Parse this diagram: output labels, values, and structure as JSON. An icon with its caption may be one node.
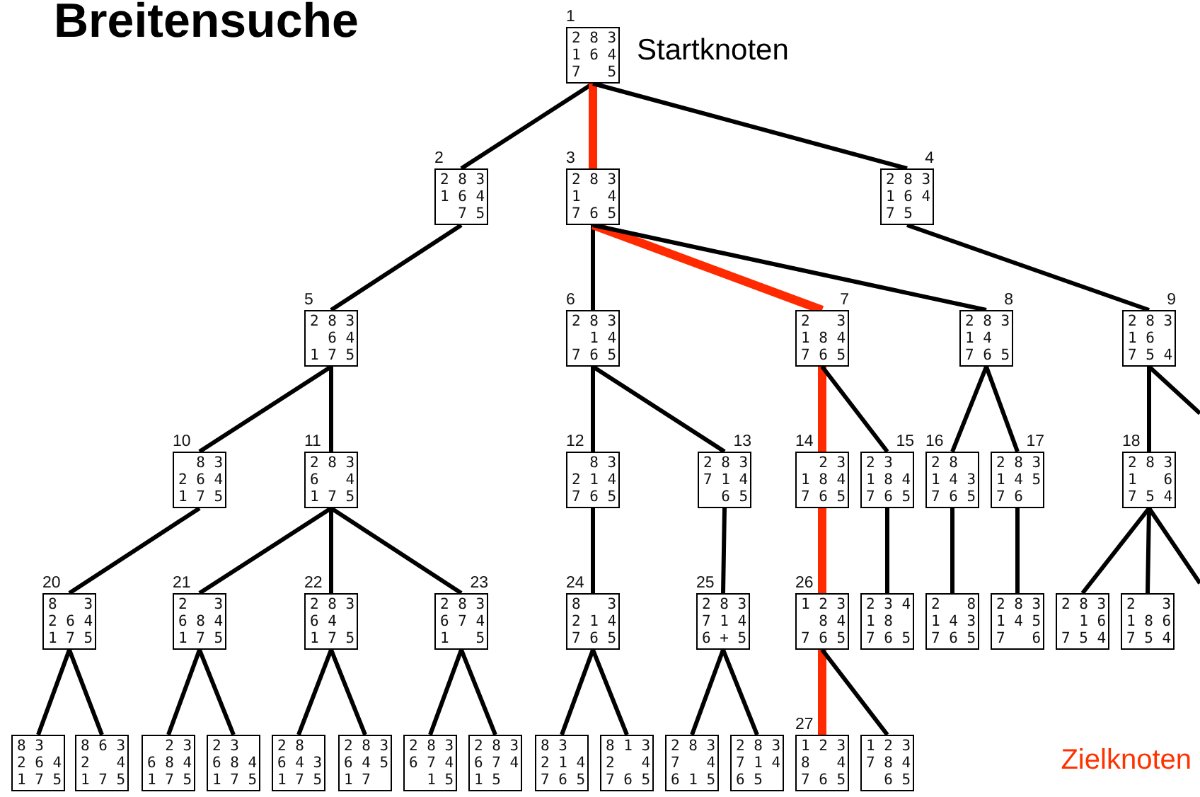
{
  "diagram": {
    "title": "Breitensuche",
    "nodes": [
      {
        "text": [
          "1",
          "2 8 3",
          "1 6 4",
          "7   5"
        ],
        "beside": [
          "Startknoten"
        ]
      },
      {
        "text": [
          "2",
          "2 8 3",
          "1 6 4",
          "  7 5"
        ]
      },
      {
        "text": [
          "3",
          "2 8 3",
          "1   4",
          "7 6 5"
        ]
      },
      {
        "text": [
          "4",
          "2 8 3",
          "1 6 4",
          "7 5"
        ]
      },
      {
        "text": [
          "5",
          "2 8 3",
          "  6 4",
          "1 7 5"
        ]
      },
      {
        "text": [
          "6",
          "2 8 3",
          "  1 4",
          "7 6 5"
        ]
      },
      {
        "text": [
          "7",
          "2   3",
          "1 8 4",
          "7 6 5"
        ]
      },
      {
        "text": [
          "8",
          "2 8 3",
          "1 4",
          "7 6 5"
        ]
      },
      {
        "text": [
          "9",
          "2 8 3",
          "1 6",
          "7 5 4"
        ]
      },
      {
        "text": [
          "10",
          "  8 3",
          "2 6 4",
          "1 7 5"
        ]
      },
      {
        "text": [
          "11",
          "2 8 3",
          "6   4",
          "1 7 5"
        ]
      },
      {
        "text": [
          "12",
          "  8 3",
          "2 1 4",
          "7 6 5"
        ]
      },
      {
        "text": [
          "13",
          "2 8 3",
          "7 1 4",
          "  6 5"
        ]
      },
      {
        "text": [
          "14",
          "  2 3",
          "1 8 4",
          "7 6 5"
        ]
      },
      {
        "text": [
          "15",
          "2 3",
          "1 8 4",
          "7 6 5"
        ]
      },
      {
        "text": [
          "16",
          "2 8",
          "1 4 3",
          "7 6 5"
        ]
      },
      {
        "text": [
          "17",
          "2 8 3",
          "1 4 5",
          "7 6"
        ]
      },
      {
        "text": [
          "18",
          "2 8 3",
          "1   6",
          "7 5 4"
        ]
      },
      {
        "text": [
          "20",
          "8   3",
          "2 6 4",
          "1 7 5"
        ]
      },
      {
        "text": [
          "21",
          "2   3",
          "6 8 4",
          "1 7 5"
        ]
      },
      {
        "text": [
          "22",
          "2 8 3",
          "6 4",
          "1 7 5"
        ]
      },
      {
        "text": [
          "23",
          "2 8 3",
          "6 7 4",
          "1   5"
        ]
      },
      {
        "text": [
          "24",
          "8   3",
          "2 1 4",
          "7 6 5"
        ]
      },
      {
        "text": [
          "25",
          "2 8 3",
          "7 1 4",
          "6 + 5"
        ]
      },
      {
        "text": [
          "26",
          "1 2 3",
          "  8 4",
          "7 6 5"
        ]
      },
      {
        "text": [
          "2 3 4",
          "1 8",
          "7 6 5"
        ]
      },
      {
        "text": [
          "2   8",
          "1 4 3",
          "7 6 5"
        ]
      },
      {
        "text": [
          "2 8 3",
          "1 4 5",
          "7   6"
        ]
      },
      {
        "text": [
          "2 8 3",
          "  1 6",
          "7 5 4"
        ]
      },
      {
        "text": [
          "2   3",
          "1 8 6",
          "7 5 4"
        ]
      },
      {
        "text": [
          "8 3",
          "2 6 4",
          "1 7 5"
        ]
      },
      {
        "text": [
          "8 6 3",
          "2   4",
          "1 7 5"
        ]
      },
      {
        "text": [
          "  2 3",
          "6 8 4",
          "1 7 5"
        ]
      },
      {
        "text": [
          "2 3",
          "6 8 4",
          "1 7 5"
        ]
      },
      {
        "text": [
          "2 8",
          "6 4 3",
          "1 7 5"
        ]
      },
      {
        "text": [
          "2 8 3",
          "6 4 5",
          "1 7"
        ]
      },
      {
        "text": [
          "2 8 3",
          "6 7 4",
          "  1 5"
        ]
      },
      {
        "text": [
          "2 8 3",
          "6 7 4",
          "1 5"
        ]
      },
      {
        "text": [
          "8 3",
          "2 1 4",
          "7 6 5"
        ]
      },
      {
        "text": [
          "8 1 3",
          "2   4",
          "7 6 5"
        ]
      },
      {
        "text": [
          "2 8 3",
          "7   4",
          "6 1 5"
        ]
      },
      {
        "text": [
          "2 8 3",
          "7 1 4",
          "6 5"
        ]
      },
      {
        "text": [
          "27",
          "1 2 3",
          "8   4",
          "7 6 5"
        ]
      },
      {
        "text": [
          "1 2 3",
          "7 8 4",
          "  6 5"
        ]
      }
    ],
    "edges": [
      {
        "from": 0,
        "to": 1,
        "arrow": "none"
      },
      {
        "from": 0,
        "to": 2,
        "arrow": "none",
        "style": "thick",
        "color": "#ff2a00"
      },
      {
        "from": 0,
        "to": 3,
        "arrow": "none"
      },
      {
        "from": 1,
        "to": 4,
        "arrow": "none"
      },
      {
        "from": 2,
        "to": 5,
        "arrow": "none"
      },
      {
        "from": 2,
        "to": 6,
        "arrow": "none",
        "style": "thick",
        "color": "#ff2a00"
      },
      {
        "from": 2,
        "to": 7,
        "arrow": "none"
      },
      {
        "from": 3,
        "to": 8,
        "arrow": "none"
      },
      {
        "from": 4,
        "to": 9,
        "arrow": "none"
      },
      {
        "from": 4,
        "to": 10,
        "arrow": "none"
      },
      {
        "from": 5,
        "to": 11,
        "arrow": "none"
      },
      {
        "from": 5,
        "to": 12,
        "arrow": "none"
      },
      {
        "from": 6,
        "to": 13,
        "arrow": "none",
        "style": "thick",
        "color": "#ff2a00"
      },
      {
        "from": 6,
        "to": 14,
        "arrow": "none"
      },
      {
        "from": 7,
        "to": 15,
        "arrow": "none"
      },
      {
        "from": 7,
        "to": 16,
        "arrow": "none"
      },
      {
        "from": 8,
        "to": 17,
        "arrow": "none"
      },
      {
        "from": 8,
        "to": null,
        "arrow": "none"
      },
      {
        "from": 9,
        "to": 18,
        "arrow": "none"
      },
      {
        "from": 10,
        "to": 19,
        "arrow": "none"
      },
      {
        "from": 10,
        "to": 20,
        "arrow": "none"
      },
      {
        "from": 10,
        "to": 21,
        "arrow": "none"
      },
      {
        "from": 11,
        "to": 22,
        "arrow": "none"
      },
      {
        "from": 12,
        "to": 23,
        "arrow": "none"
      },
      {
        "from": 13,
        "to": 24,
        "arrow": "none",
        "style": "thick",
        "color": "#ff2a00"
      },
      {
        "from": 14,
        "to": 25,
        "arrow": "none"
      },
      {
        "from": 15,
        "to": 26,
        "arrow": "none"
      },
      {
        "from": 16,
        "to": 27,
        "arrow": "none"
      },
      {
        "from": 17,
        "to": 28,
        "arrow": "none"
      },
      {
        "from": 17,
        "to": 29,
        "arrow": "none"
      },
      {
        "from": 17,
        "to": null,
        "arrow": "none"
      },
      {
        "from": 18,
        "to": 30,
        "arrow": "none"
      },
      {
        "from": 18,
        "to": 31,
        "arrow": "none"
      },
      {
        "from": 19,
        "to": 32,
        "arrow": "none"
      },
      {
        "from": 19,
        "to": 33,
        "arrow": "none"
      },
      {
        "from": 20,
        "to": 34,
        "arrow": "none"
      },
      {
        "from": 20,
        "to": 35,
        "arrow": "none"
      },
      {
        "from": 21,
        "to": 36,
        "arrow": "none"
      },
      {
        "from": 21,
        "to": 37,
        "arrow": "none"
      },
      {
        "from": 22,
        "to": 38,
        "arrow": "none"
      },
      {
        "from": 22,
        "to": 39,
        "arrow": "none"
      },
      {
        "from": 23,
        "to": 40,
        "arrow": "none"
      },
      {
        "from": 23,
        "to": 41,
        "arrow": "none"
      },
      {
        "from": 24,
        "to": 42,
        "arrow": "none",
        "style": "thick",
        "color": "#ff2a00"
      },
      {
        "from": 24,
        "to": 43,
        "arrow": "none"
      }
    ],
    "labels": [
      "Zielknoten"
    ]
  }
}
